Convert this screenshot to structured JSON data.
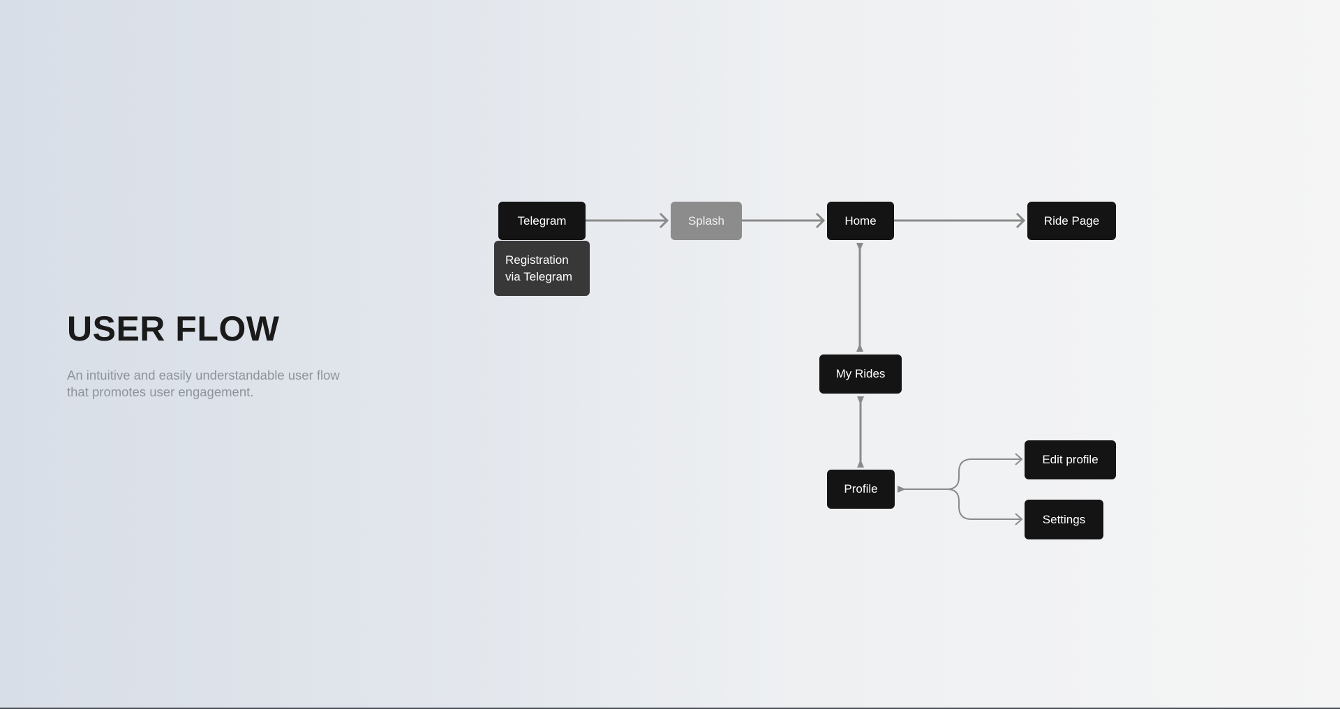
{
  "header": {
    "title": "USER FLOW",
    "subtitle": "An intuitive and easily understandable user flow that promotes user engagement."
  },
  "nodes": {
    "telegram": "Telegram",
    "registration": "Registration via Telegram",
    "splash": "Splash",
    "home": "Home",
    "ride_page": "Ride Page",
    "my_rides": "My Rides",
    "profile": "Profile",
    "edit_profile": "Edit profile",
    "settings": "Settings"
  },
  "colors": {
    "node": "#141414",
    "node_muted": "#8c8c8c",
    "node_secondary": "#383838",
    "connector": "#8a8a8a"
  }
}
